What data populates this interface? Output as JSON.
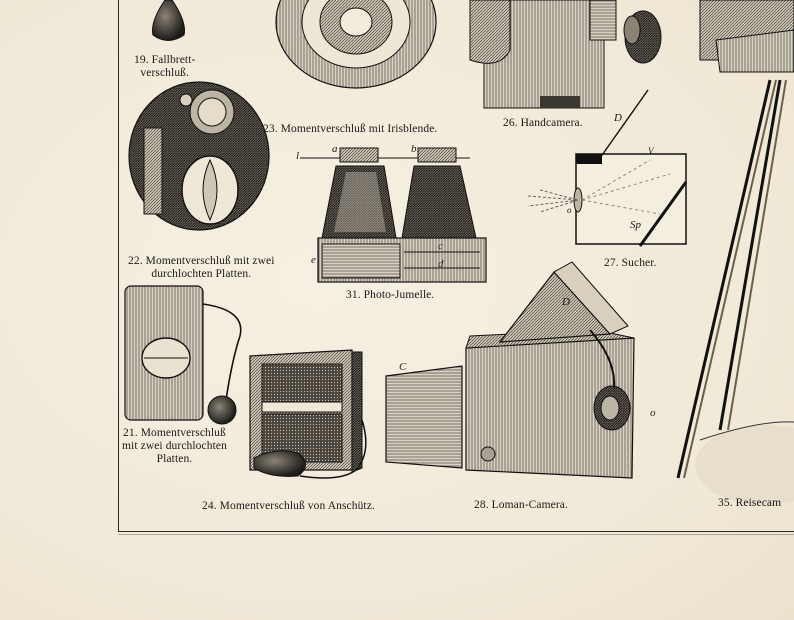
{
  "captions": {
    "fig19": [
      "19. Fallbrett-",
      "verschluß."
    ],
    "fig23": "23. Momentverschluß mit Irisblende.",
    "fig26": "26. Handcamera.",
    "fig22": [
      "22. Momentverschluß mit zwei",
      "durchlochten Platten."
    ],
    "fig31": "31. Photo-Jumelle.",
    "fig27": "27. Sucher.",
    "fig21": [
      "21. Momentverschluß",
      "mit zwei durchlochten",
      "Platten."
    ],
    "fig24": "24. Momentverschluß von Anschütz.",
    "fig28": "28. Loman-Camera.",
    "fig35": "35. Reisecam"
  },
  "letters": {
    "a": "a",
    "b": "b",
    "c": "c",
    "d": "d",
    "e": "e",
    "l": "l",
    "D": "D",
    "V": "V",
    "O": "o",
    "Sp": "Sp",
    "C28": "C",
    "D28": "D",
    "o28": "o"
  }
}
